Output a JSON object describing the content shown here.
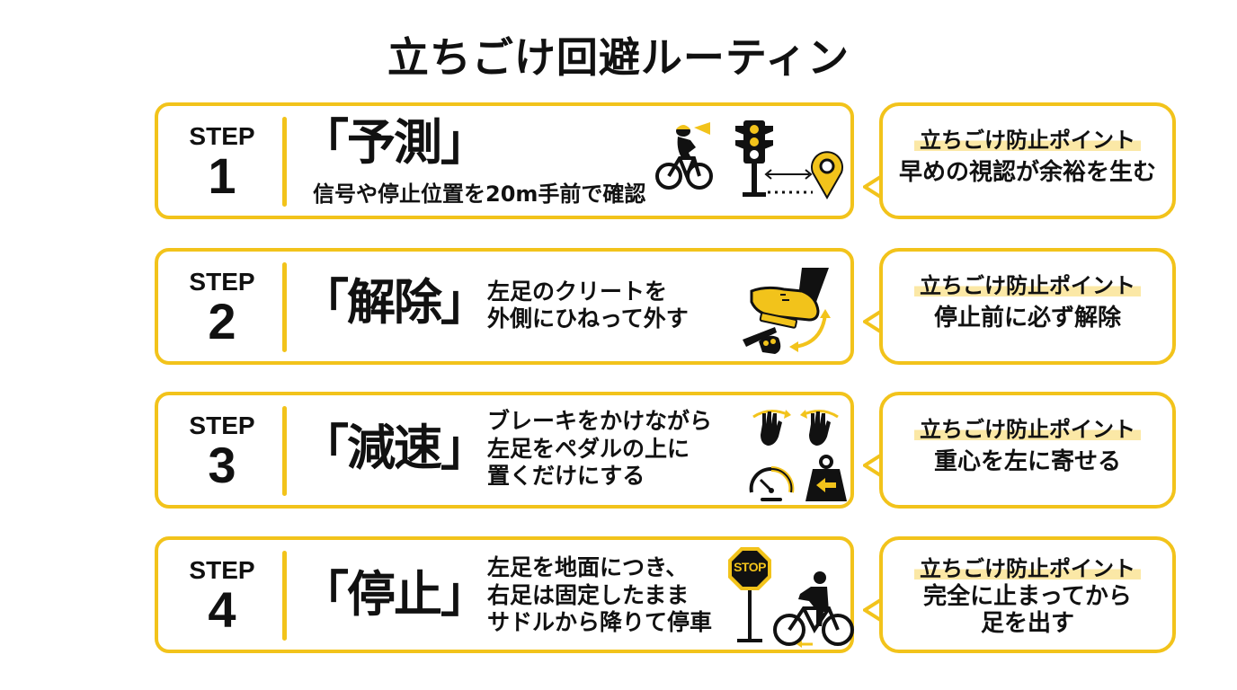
{
  "title": "立ちごけ回避ルーティン",
  "colors": {
    "accent": "#F2C31B",
    "highlight": "#FBE8A6",
    "text": "#111111",
    "background": "#FFFFFF"
  },
  "steps": [
    {
      "step_word": "STEP",
      "number": "1",
      "heading": "「予測」",
      "description": "信号や停止位置を20m手前で確認",
      "icons": [
        "cyclist-with-headlight-icon",
        "traffic-light-icon",
        "distance-arrow-icon",
        "location-pin-icon"
      ],
      "tip_title": "立ちごけ防止ポイント",
      "tip_body": "早めの視認が余裕を生む"
    },
    {
      "step_word": "STEP",
      "number": "2",
      "heading": "「解除」",
      "description": "左足のクリートを\n外側にひねって外す",
      "icons": [
        "shoe-cleat-pedal-icon",
        "twist-arrow-icon"
      ],
      "tip_title": "立ちごけ防止ポイント",
      "tip_body": "停止前に必ず解除"
    },
    {
      "step_word": "STEP",
      "number": "3",
      "heading": "「減速」",
      "description": "ブレーキをかけながら\n左足をペダルの上に\n置くだけにする",
      "icons": [
        "brake-hand-icon",
        "brake-hand-icon",
        "speedometer-icon",
        "weight-shift-left-icon"
      ],
      "tip_title": "立ちごけ防止ポイント",
      "tip_body": "重心を左に寄せる"
    },
    {
      "step_word": "STEP",
      "number": "4",
      "heading": "「停止」",
      "description": "左足を地面につき、\n右足は固定したまま\nサドルから降りて停車",
      "icons": [
        "stop-sign-icon",
        "cyclist-stopping-icon"
      ],
      "stop_sign_text": "STOP",
      "tip_title": "立ちごけ防止ポイント",
      "tip_body": "完全に止まってから\n足を出す"
    }
  ]
}
